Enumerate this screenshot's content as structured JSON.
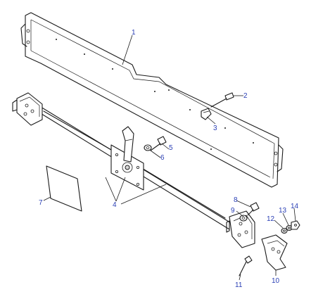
{
  "callouts": [
    {
      "id": "1",
      "text": "1"
    },
    {
      "id": "2",
      "text": "2"
    },
    {
      "id": "3",
      "text": "3"
    },
    {
      "id": "4",
      "text": "4"
    },
    {
      "id": "5",
      "text": "5"
    },
    {
      "id": "6",
      "text": "6"
    },
    {
      "id": "7",
      "text": "7"
    },
    {
      "id": "8",
      "text": "8"
    },
    {
      "id": "9",
      "text": "9"
    },
    {
      "id": "10",
      "text": "10"
    },
    {
      "id": "11",
      "text": "11"
    },
    {
      "id": "12",
      "text": "12"
    },
    {
      "id": "13",
      "text": "13"
    },
    {
      "id": "14",
      "text": "14"
    }
  ],
  "colors": {
    "callout": "#2a3fb5",
    "line": "#1a1a1a",
    "shade": "#d8d8d8",
    "background": "#ffffff"
  }
}
